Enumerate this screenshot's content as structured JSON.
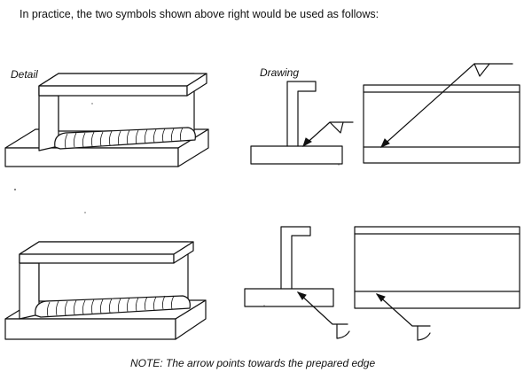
{
  "intro_text": "In practice, the two symbols shown above right would be used as follows:",
  "labels": {
    "detail": "Detail",
    "drawing": "Drawing"
  },
  "note": "NOTE: The arrow points towards the prepared edge"
}
